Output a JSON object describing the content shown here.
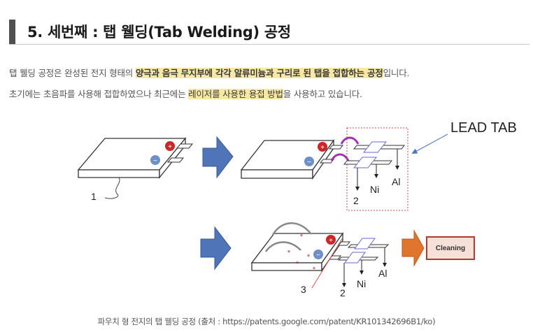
{
  "header": {
    "title": "5. 세번째 : 탭 웰딩(Tab Welding) 공정"
  },
  "body": {
    "paragraph1": {
      "pre": "탭 웰딩 공정은 완성된 전지 형태의 ",
      "highlight": "양극과 음극 무지부에 각각 알류미늄과 구리로 된 탭을 접합하는 공정",
      "post": "입니다."
    },
    "paragraph2": {
      "pre": "초기에는 초음파를 사용해 접합하였으나 최근에는 ",
      "highlight": "레이저를 사용한 용접 방법",
      "post": "을 사용하고 있습니다."
    }
  },
  "figure": {
    "lead_tab_label": "LEAD TAB",
    "cleaning_label": "Cleaning",
    "labels": {
      "cell_number": "1",
      "tab_number": "2",
      "laser_number": "3",
      "ni": "Ni",
      "al": "Al",
      "plus": "+",
      "minus": "−"
    },
    "colors": {
      "arrow_blue": "#4f74b8",
      "arrow_orange": "#e0762e",
      "positive_red": "#c82828",
      "negative_blue": "#6f8fc8",
      "curl_purple": "#a033b0",
      "dashed_box_red": "#c04848",
      "highlight_yellow": "#f7e8a4"
    },
    "caption": "파우치 형 전지의 탭 웰딩 공정 (출처 : https://patents.google.com/patent/KR101342696B1/ko)"
  }
}
